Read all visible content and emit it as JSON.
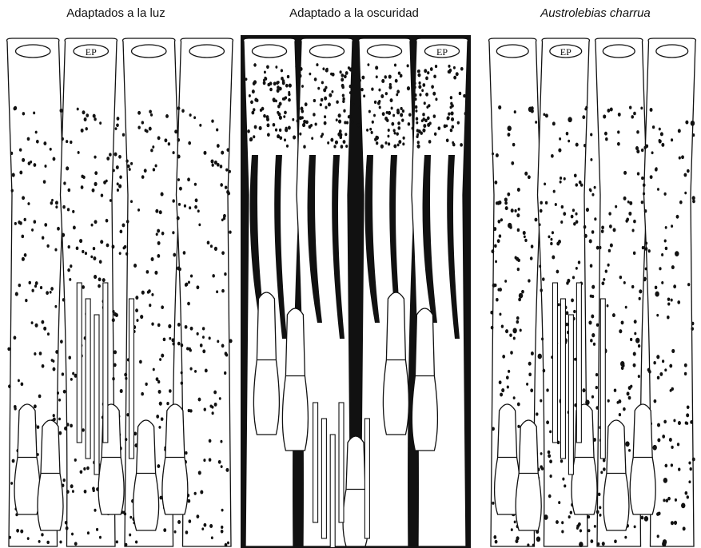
{
  "panels": [
    {
      "title": "Adaptados a la luz",
      "italic": false,
      "ep_label": "EP",
      "theme": "light"
    },
    {
      "title": "Adaptado a la oscuridad",
      "italic": false,
      "ep_label": "EP",
      "theme": "dark"
    },
    {
      "title": "Austrolebias charrua",
      "italic": true,
      "ep_label": "EP",
      "theme": "light"
    }
  ],
  "colors": {
    "ink": "#111111",
    "paper": "#ffffff"
  }
}
